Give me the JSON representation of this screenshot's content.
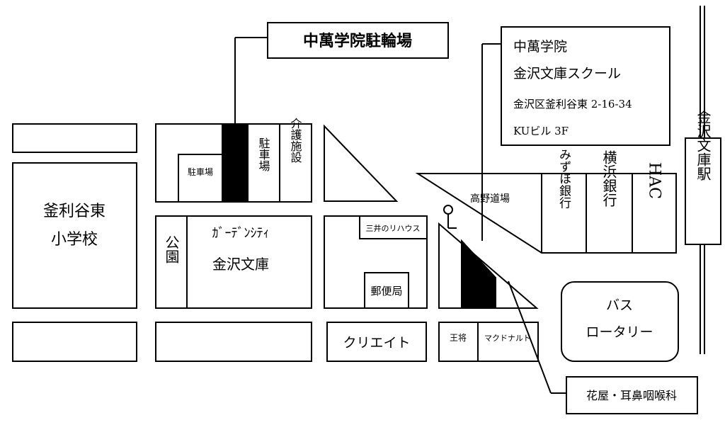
{
  "callouts": {
    "bicycle_parking": "中萬学院駐輪場",
    "school_name_1": "中萬学院",
    "school_name_2": "金沢文庫スクール",
    "school_address": "金沢区釜利谷東 2-16-34",
    "school_building": "KUビル 3F",
    "flower_ent": "花屋・耳鼻咽喉科"
  },
  "labels": {
    "elementary_school_1": "釜利谷東",
    "elementary_school_2": "小学校",
    "parking": "駐車場",
    "parking_v": "駐車場",
    "care_facility": "介護施設",
    "park": "公園",
    "garden_city_1": "ｶﾞｰﾃﾞﾝｼﾃｨ",
    "garden_city_2": "金沢文庫",
    "mitsui": "三井のリハウス",
    "post_office": "郵便局",
    "create": "クリエイト",
    "ohsho": "王将",
    "mcdonalds": "マクドナルド",
    "takano_dojo": "高野道場",
    "mizuho": "みずほ銀行",
    "yokohama_bank": "横浜銀行",
    "hac": "HAC",
    "bus_1": "バス",
    "bus_2": "ロータリー",
    "station": "金沢文庫駅"
  }
}
